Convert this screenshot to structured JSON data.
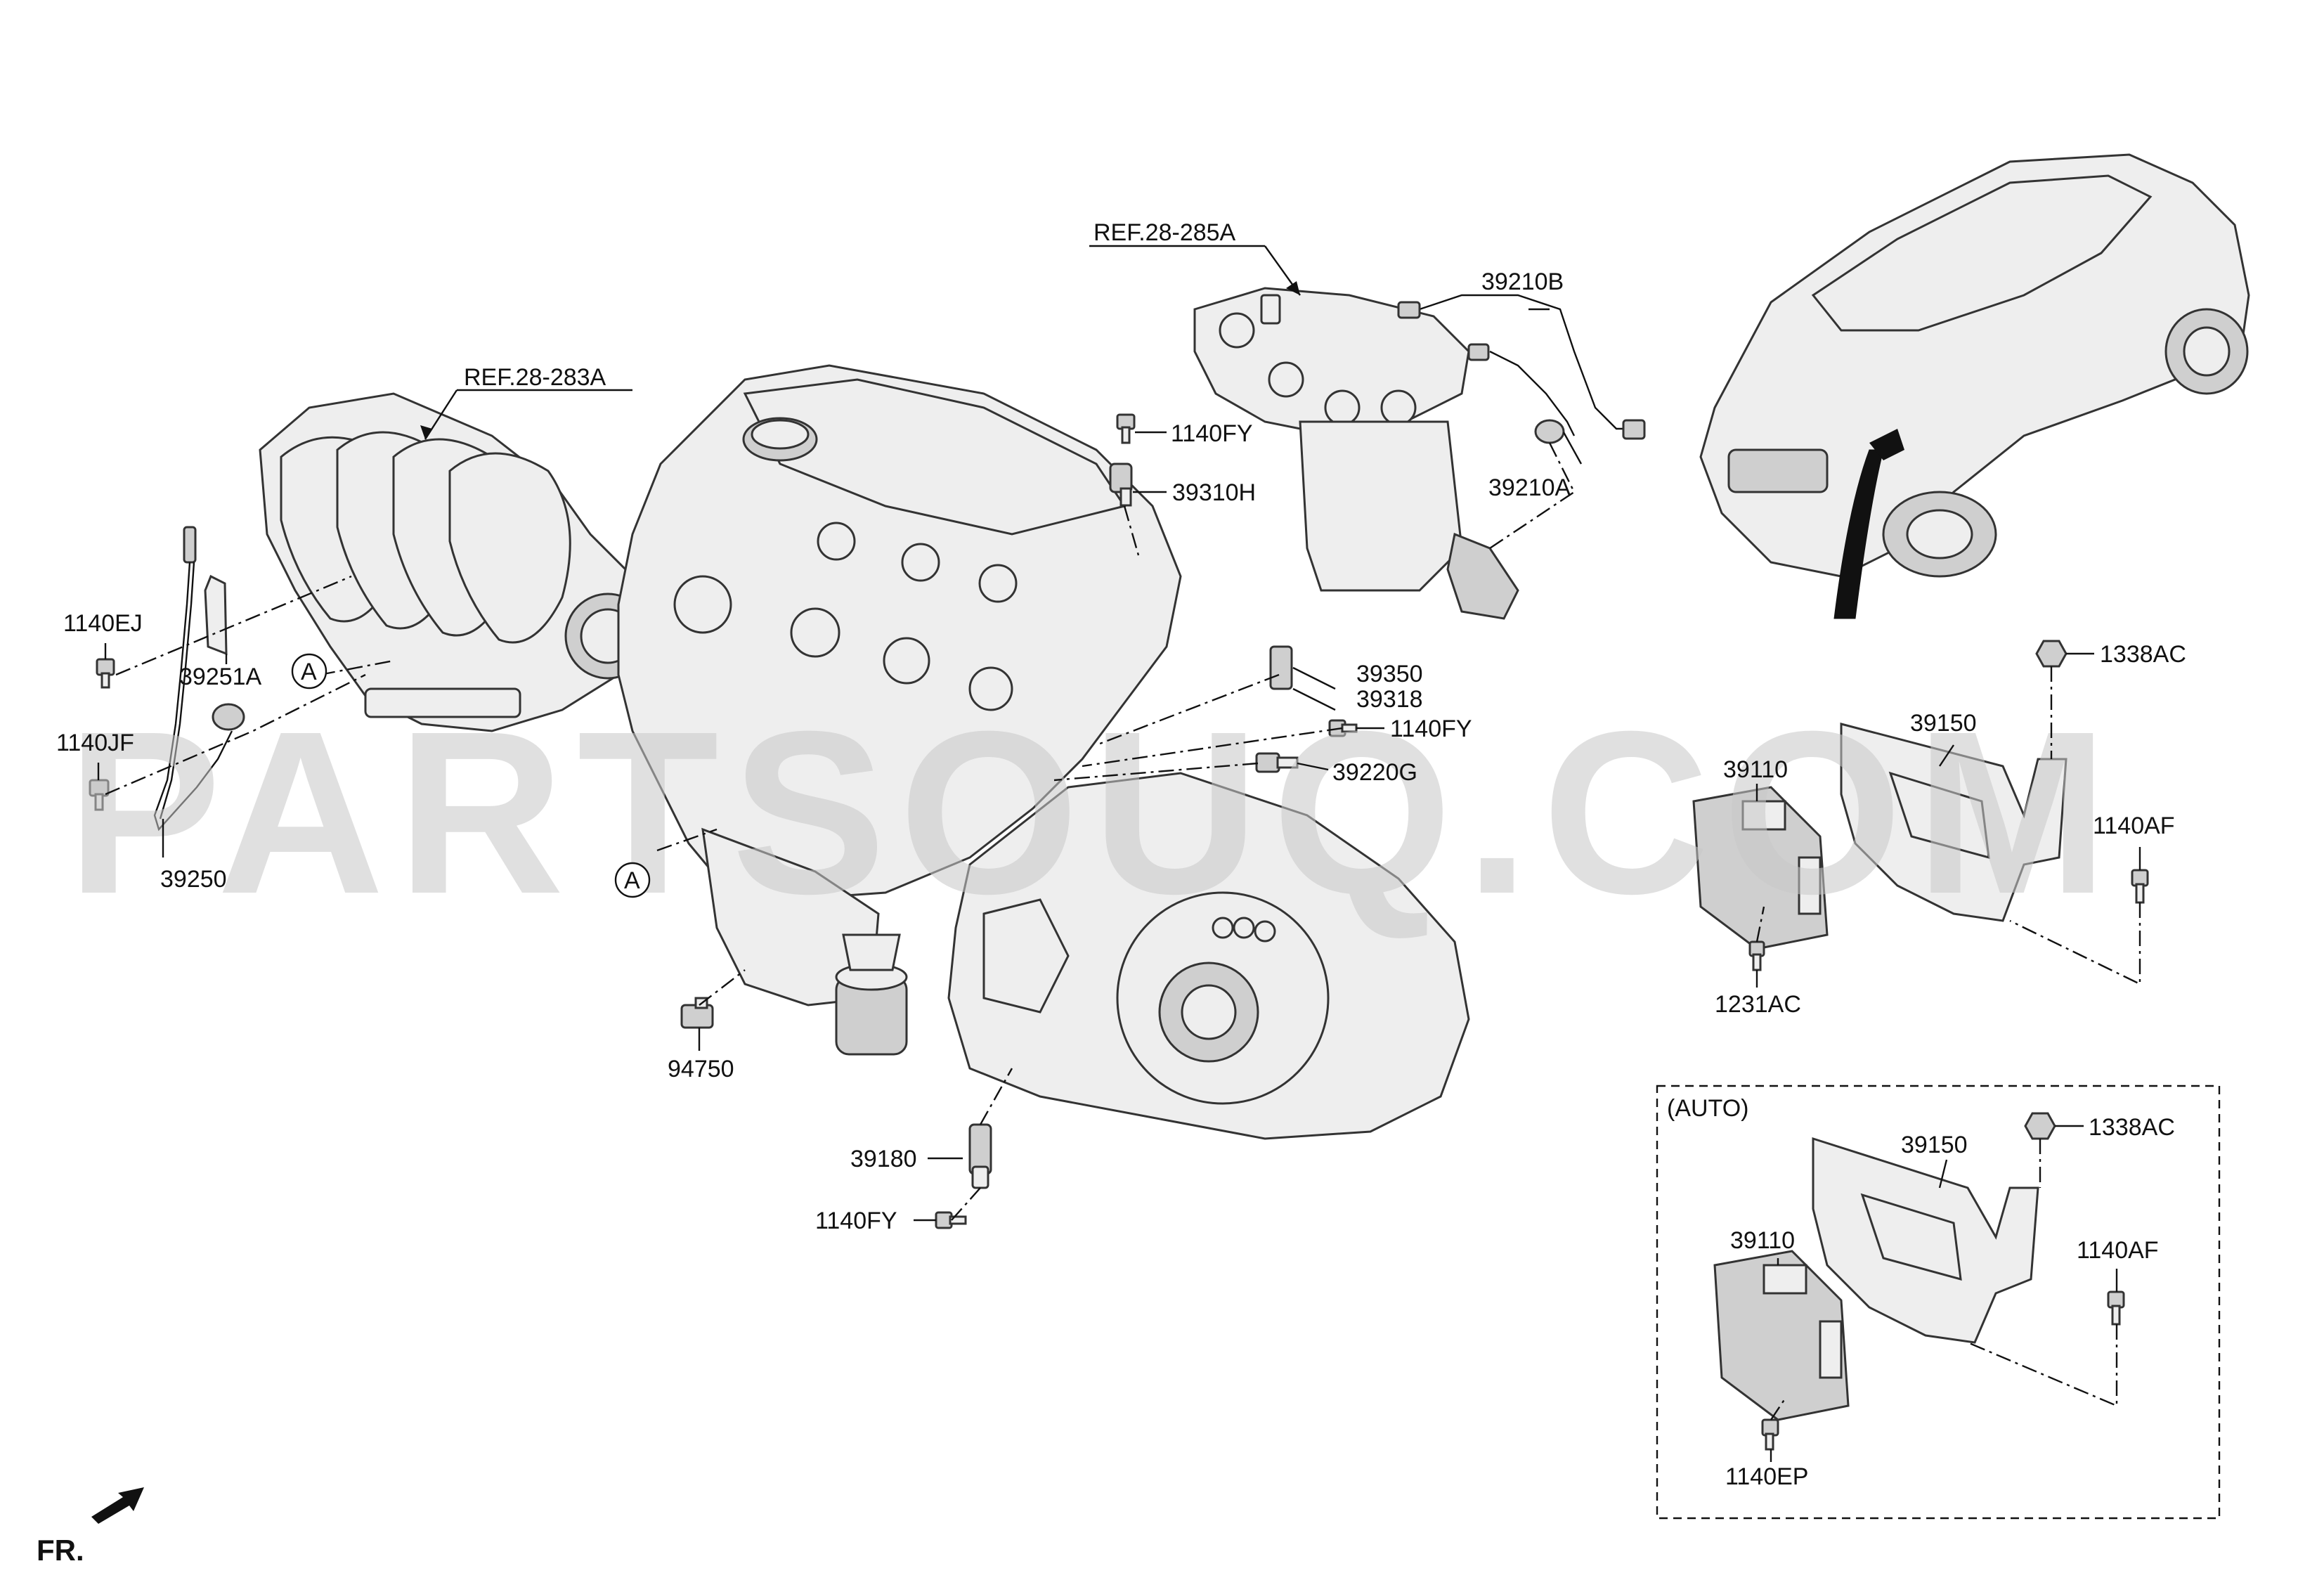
{
  "watermark": "PARTSOUQ.COM",
  "refs": {
    "intake_manifold": "REF.28-283A",
    "exhaust_manifold": "REF.28-285A"
  },
  "labels": {
    "p39210B": "39210B",
    "p1140FY_a": "1140FY",
    "p39310H": "39310H",
    "p39210A": "39210A",
    "p1140EJ": "1140EJ",
    "p39251A": "39251A",
    "p1140JF": "1140JF",
    "p39250": "39250",
    "p39350": "39350",
    "p39318": "39318",
    "p1140FY_b": "1140FY",
    "p39220G": "39220G",
    "p94750": "94750",
    "p39180": "39180",
    "p1140FY_c": "1140FY",
    "p1338AC_a": "1338AC",
    "p39150_a": "39150",
    "p39110_a": "39110",
    "p1140AF_a": "1140AF",
    "p1231AC": "1231AC",
    "p1338AC_b": "1338AC",
    "p39150_b": "39150",
    "p39110_b": "39110",
    "p1140AF_b": "1140AF",
    "p1140EP": "1140EP"
  },
  "markers": {
    "circle_a_1": "A",
    "circle_a_2": "A"
  },
  "auto_box": {
    "title": "(AUTO)"
  },
  "front": {
    "label": "FR."
  }
}
